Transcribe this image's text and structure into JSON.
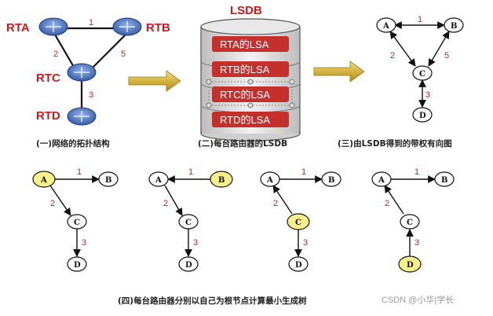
{
  "colors": {
    "accent_red": "#d01818",
    "highlight_yellow": "#f7f08a",
    "arrow_gold": "#c9a21a",
    "cylinder_red": "#c5302c"
  },
  "topology": {
    "routers": {
      "rta": "RTA",
      "rtb": "RTB",
      "rtc": "RTC",
      "rtd": "RTD"
    },
    "costs": {
      "ab": "1",
      "ac": "2",
      "bc": "5",
      "cd": "3"
    },
    "caption": "(一)网络的拓扑结构"
  },
  "lsdb": {
    "title": "LSDB",
    "entries": [
      "RTA的LSA",
      "RTB的LSA",
      "RTC的LSA",
      "RTD的LSA"
    ],
    "caption": "(二)每台路由器的LSDB"
  },
  "digraph": {
    "nodes": {
      "a": "A",
      "b": "B",
      "c": "C",
      "d": "D"
    },
    "costs": {
      "ab": "1",
      "ac": "2",
      "bc": "5",
      "cd": "3"
    },
    "caption": "(三)由LSDB得到的带权有向图"
  },
  "trees": {
    "items": [
      {
        "root": "A",
        "n1": "A",
        "n2": "B",
        "n3": "C",
        "n4": "D",
        "c1": "1",
        "c2": "2",
        "c3": "3"
      },
      {
        "root": "B",
        "n1": "A",
        "n2": "B",
        "n3": "C",
        "n4": "D",
        "c1": "1",
        "c2": "2",
        "c3": "3"
      },
      {
        "root": "C",
        "n1": "A",
        "n2": "B",
        "n3": "C",
        "n4": "D",
        "c1": "1",
        "c2": "2",
        "c3": "3"
      },
      {
        "root": "D",
        "n1": "A",
        "n2": "B",
        "n3": "C",
        "n4": "D",
        "c1": "1",
        "c2": "2",
        "c3": "3"
      }
    ],
    "caption": "(四)每台路由器分别以自己为根节点计算最小生成树"
  },
  "watermark": "CSDN @小华|学长"
}
